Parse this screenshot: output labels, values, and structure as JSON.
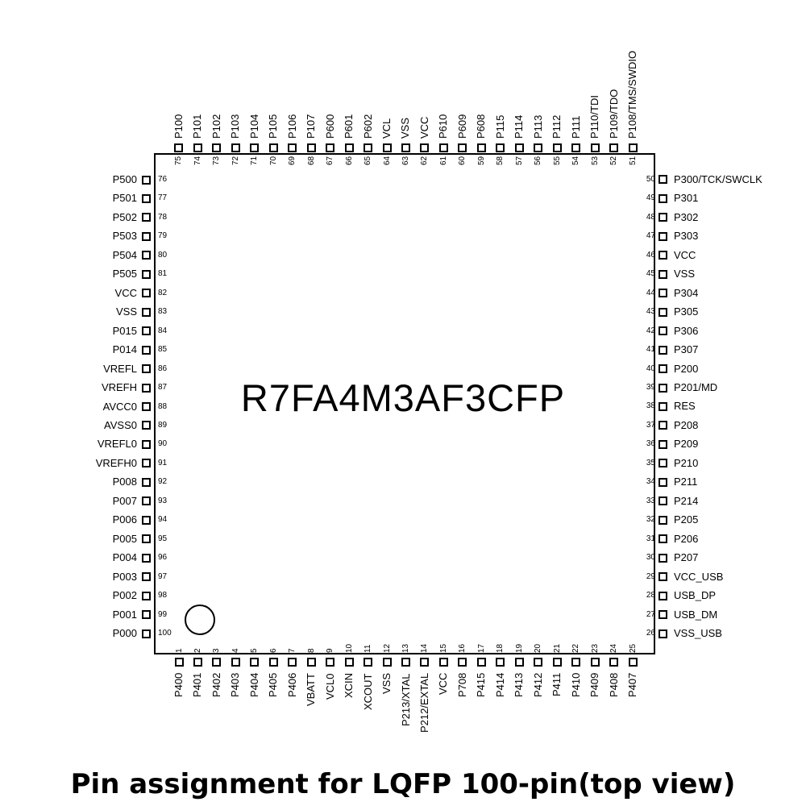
{
  "part_number": "R7FA4M3AF3CFP",
  "caption": "Pin assignment for LQFP 100-pin(top view)",
  "pins": {
    "bottom": [
      {
        "num": "1",
        "name": "P400"
      },
      {
        "num": "2",
        "name": "P401"
      },
      {
        "num": "3",
        "name": "P402"
      },
      {
        "num": "4",
        "name": "P403"
      },
      {
        "num": "5",
        "name": "P404"
      },
      {
        "num": "6",
        "name": "P405"
      },
      {
        "num": "7",
        "name": "P406"
      },
      {
        "num": "8",
        "name": "VBATT"
      },
      {
        "num": "9",
        "name": "VCL0"
      },
      {
        "num": "10",
        "name": "XCIN"
      },
      {
        "num": "11",
        "name": "XCOUT"
      },
      {
        "num": "12",
        "name": "VSS"
      },
      {
        "num": "13",
        "name": "P213/XTAL"
      },
      {
        "num": "14",
        "name": "P212/EXTAL"
      },
      {
        "num": "15",
        "name": "VCC"
      },
      {
        "num": "16",
        "name": "P708"
      },
      {
        "num": "17",
        "name": "P415"
      },
      {
        "num": "18",
        "name": "P414"
      },
      {
        "num": "19",
        "name": "P413"
      },
      {
        "num": "20",
        "name": "P412"
      },
      {
        "num": "21",
        "name": "P411"
      },
      {
        "num": "22",
        "name": "P410"
      },
      {
        "num": "23",
        "name": "P409"
      },
      {
        "num": "24",
        "name": "P408"
      },
      {
        "num": "25",
        "name": "P407"
      }
    ],
    "right": [
      {
        "num": "26",
        "name": "VSS_USB"
      },
      {
        "num": "27",
        "name": "USB_DM"
      },
      {
        "num": "28",
        "name": "USB_DP"
      },
      {
        "num": "29",
        "name": "VCC_USB"
      },
      {
        "num": "30",
        "name": "P207"
      },
      {
        "num": "31",
        "name": "P206"
      },
      {
        "num": "32",
        "name": "P205"
      },
      {
        "num": "33",
        "name": "P214"
      },
      {
        "num": "34",
        "name": "P211"
      },
      {
        "num": "35",
        "name": "P210"
      },
      {
        "num": "36",
        "name": "P209"
      },
      {
        "num": "37",
        "name": "P208"
      },
      {
        "num": "38",
        "name": "RES"
      },
      {
        "num": "39",
        "name": "P201/MD"
      },
      {
        "num": "40",
        "name": "P200"
      },
      {
        "num": "41",
        "name": "P307"
      },
      {
        "num": "42",
        "name": "P306"
      },
      {
        "num": "43",
        "name": "P305"
      },
      {
        "num": "44",
        "name": "P304"
      },
      {
        "num": "45",
        "name": "VSS"
      },
      {
        "num": "46",
        "name": "VCC"
      },
      {
        "num": "47",
        "name": "P303"
      },
      {
        "num": "48",
        "name": "P302"
      },
      {
        "num": "49",
        "name": "P301"
      },
      {
        "num": "50",
        "name": "P300/TCK/SWCLK"
      }
    ],
    "top": [
      {
        "num": "51",
        "name": "P108/TMS/SWDIO"
      },
      {
        "num": "52",
        "name": "P109/TDO"
      },
      {
        "num": "53",
        "name": "P110/TDI"
      },
      {
        "num": "54",
        "name": "P111"
      },
      {
        "num": "55",
        "name": "P112"
      },
      {
        "num": "56",
        "name": "P113"
      },
      {
        "num": "57",
        "name": "P114"
      },
      {
        "num": "58",
        "name": "P115"
      },
      {
        "num": "59",
        "name": "P608"
      },
      {
        "num": "60",
        "name": "P609"
      },
      {
        "num": "61",
        "name": "P610"
      },
      {
        "num": "62",
        "name": "VCC"
      },
      {
        "num": "63",
        "name": "VSS"
      },
      {
        "num": "64",
        "name": "VCL"
      },
      {
        "num": "65",
        "name": "P602"
      },
      {
        "num": "66",
        "name": "P601"
      },
      {
        "num": "67",
        "name": "P600"
      },
      {
        "num": "68",
        "name": "P107"
      },
      {
        "num": "69",
        "name": "P106"
      },
      {
        "num": "70",
        "name": "P105"
      },
      {
        "num": "71",
        "name": "P104"
      },
      {
        "num": "72",
        "name": "P103"
      },
      {
        "num": "73",
        "name": "P102"
      },
      {
        "num": "74",
        "name": "P101"
      },
      {
        "num": "75",
        "name": "P100"
      }
    ],
    "left": [
      {
        "num": "76",
        "name": "P500"
      },
      {
        "num": "77",
        "name": "P501"
      },
      {
        "num": "78",
        "name": "P502"
      },
      {
        "num": "79",
        "name": "P503"
      },
      {
        "num": "80",
        "name": "P504"
      },
      {
        "num": "81",
        "name": "P505"
      },
      {
        "num": "82",
        "name": "VCC"
      },
      {
        "num": "83",
        "name": "VSS"
      },
      {
        "num": "84",
        "name": "P015"
      },
      {
        "num": "85",
        "name": "P014"
      },
      {
        "num": "86",
        "name": "VREFL"
      },
      {
        "num": "87",
        "name": "VREFH"
      },
      {
        "num": "88",
        "name": "AVCC0"
      },
      {
        "num": "89",
        "name": "AVSS0"
      },
      {
        "num": "90",
        "name": "VREFL0"
      },
      {
        "num": "91",
        "name": "VREFH0"
      },
      {
        "num": "92",
        "name": "P008"
      },
      {
        "num": "93",
        "name": "P007"
      },
      {
        "num": "94",
        "name": "P006"
      },
      {
        "num": "95",
        "name": "P005"
      },
      {
        "num": "96",
        "name": "P004"
      },
      {
        "num": "97",
        "name": "P003"
      },
      {
        "num": "98",
        "name": "P002"
      },
      {
        "num": "99",
        "name": "P001"
      },
      {
        "num": "100",
        "name": "P000"
      }
    ]
  }
}
